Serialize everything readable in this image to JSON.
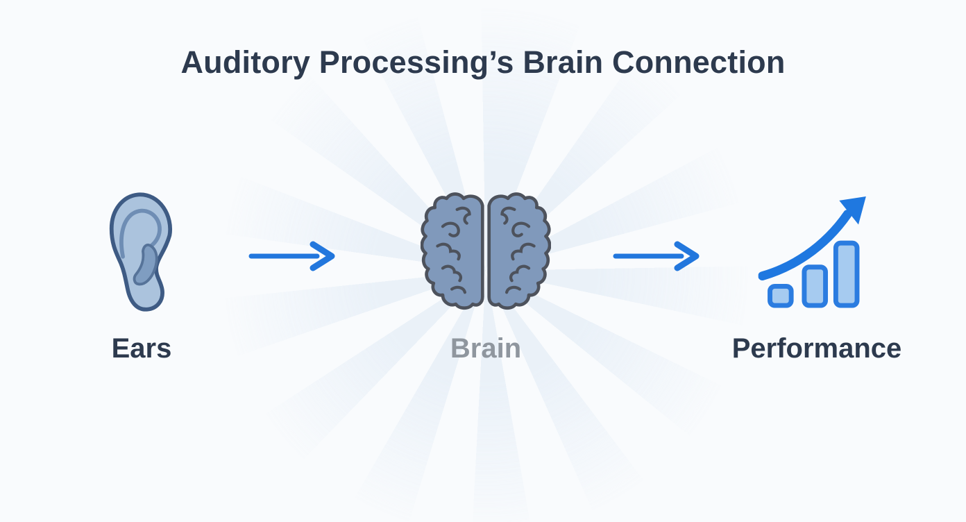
{
  "title": "Auditory Processing’s Brain Connection",
  "diagram": {
    "nodes": [
      {
        "id": "ears",
        "label": "Ears",
        "icon": "ear-icon"
      },
      {
        "id": "brain",
        "label": "Brain",
        "icon": "brain-icon"
      },
      {
        "id": "performance",
        "label": "Performance",
        "icon": "growth-chart-icon"
      }
    ],
    "connectors": [
      {
        "from": "ears",
        "to": "brain",
        "icon": "arrow-right-icon"
      },
      {
        "from": "brain",
        "to": "performance",
        "icon": "arrow-right-icon"
      }
    ]
  },
  "colors": {
    "background": "#f9fbfd",
    "burst_rays": "#d5e3f2",
    "title_text": "#2d3a4e",
    "node_label": "#2d3a4e",
    "brain_label_muted": "#8f969e",
    "connector_arrow": "#2277dd",
    "ear_fill": "#abc3dd",
    "ear_stroke": "#3e5b84",
    "ear_inner": "#7f9dc1",
    "brain_fill": "#8099bb",
    "brain_stroke": "#4d525c",
    "bar_fill": "#a6cbf0",
    "bar_stroke": "#2b7ce0",
    "growth_arrow": "#1f78e0"
  }
}
